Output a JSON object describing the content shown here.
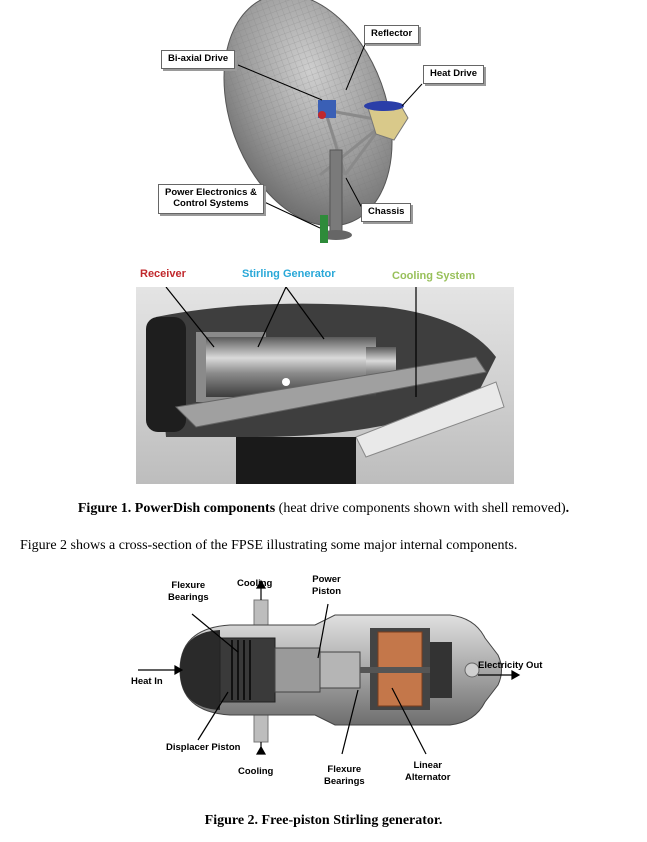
{
  "figure1": {
    "labels": {
      "reflector": "Reflector",
      "biaxial_drive": "Bi-axial Drive",
      "heat_drive": "Heat Drive",
      "power_electronics": "Power Electronics &",
      "control_systems": "Control Systems",
      "chassis": "Chassis",
      "receiver": "Receiver",
      "stirling_generator": "Stirling Generator",
      "cooling_system": "Cooling System"
    },
    "colors": {
      "receiver": "#c0282c",
      "stirling_generator": "#29a8d8",
      "cooling_system": "#98c05a"
    },
    "caption_bold": "Figure 1. PowerDish components",
    "caption_rest": " (heat drive components shown with shell removed)",
    "caption_end": "."
  },
  "body_text": "Figure 2 shows a cross-section of the FPSE illustrating some major internal components.",
  "figure2": {
    "labels": {
      "flexure_bearings_top_1": "Flexure",
      "flexure_bearings_top_2": "Bearings",
      "cooling_top": "Cooling",
      "power_piston_1": "Power",
      "power_piston_2": "Piston",
      "heat_in": "Heat In",
      "electricity_out": "Electricity Out",
      "displacer_piston": "Displacer Piston",
      "cooling_bottom": "Cooling",
      "flexure_bearings_bottom_1": "Flexure",
      "flexure_bearings_bottom_2": "Bearings",
      "linear_alternator_1": "Linear",
      "linear_alternator_2": "Alternator"
    },
    "caption": "Figure 2. Free-piston Stirling generator."
  }
}
